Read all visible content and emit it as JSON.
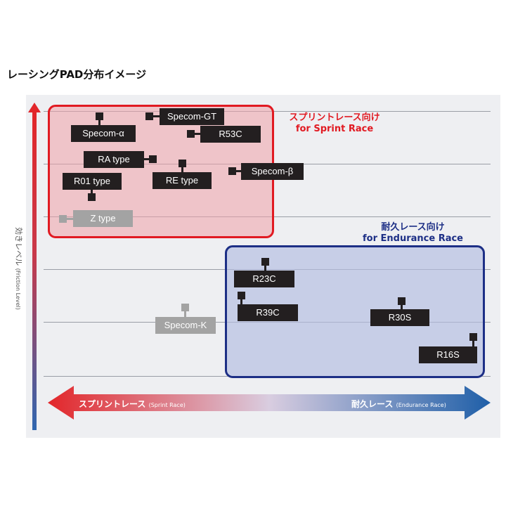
{
  "title": "レーシングPAD分布イメージ",
  "y_axis": {
    "label": "効きレベル",
    "sub_label": "(Friction Level)"
  },
  "x_axis": {
    "left_label": "スプリントレース",
    "left_sub": "(Sprint Race)",
    "right_label": "耐久レース",
    "right_sub": "(Endurance Race)"
  },
  "zones": {
    "sprint": {
      "title_jp": "スプリントレース向け",
      "title_en": "for Sprint Race",
      "color": "#e11a22"
    },
    "endurance": {
      "title_jp": "耐久レース向け",
      "title_en": "for Endurance Race",
      "color": "#1d2f86"
    }
  },
  "pads": [
    {
      "label": "Specom-α",
      "style": "dark"
    },
    {
      "label": "Specom-GT",
      "style": "dark"
    },
    {
      "label": "R53C",
      "style": "dark"
    },
    {
      "label": "RA type",
      "style": "dark"
    },
    {
      "label": "RE type",
      "style": "dark"
    },
    {
      "label": "Specom-β",
      "style": "dark"
    },
    {
      "label": "R01 type",
      "style": "dark"
    },
    {
      "label": "Z type",
      "style": "grey"
    },
    {
      "label": "R23C",
      "style": "dark"
    },
    {
      "label": "R39C",
      "style": "dark"
    },
    {
      "label": "Specom-K",
      "style": "grey"
    },
    {
      "label": "R30S",
      "style": "dark"
    },
    {
      "label": "R16S",
      "style": "dark"
    }
  ],
  "colors": {
    "pad_dark": "#231f20",
    "pad_grey": "#a3a3a3",
    "sprint_red": "#e11a22",
    "endurance_blue": "#1d2f86"
  }
}
